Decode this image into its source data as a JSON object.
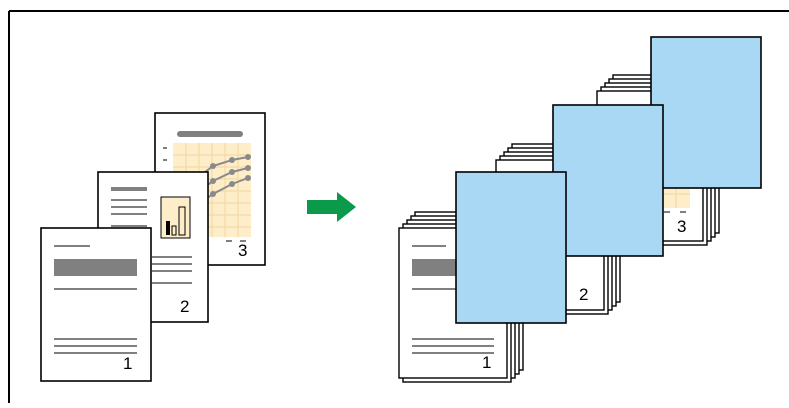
{
  "diagram": {
    "source_pages": [
      {
        "number": "1"
      },
      {
        "number": "2"
      },
      {
        "number": "3"
      }
    ],
    "output_sets": [
      {
        "number": "1"
      },
      {
        "number": "2"
      },
      {
        "number": "3"
      }
    ],
    "colors": {
      "frame": "#000000",
      "paper": "#ffffff",
      "text_bar": "#808080",
      "chart_fill": "#fdeec9",
      "chart_grid": "#f3d9a7",
      "separator_sheet": "#a8d8f4",
      "arrow": "#0a9a4a"
    },
    "icons": [
      "right-arrow-icon",
      "line-chart-icon",
      "bar-chart-icon"
    ]
  }
}
